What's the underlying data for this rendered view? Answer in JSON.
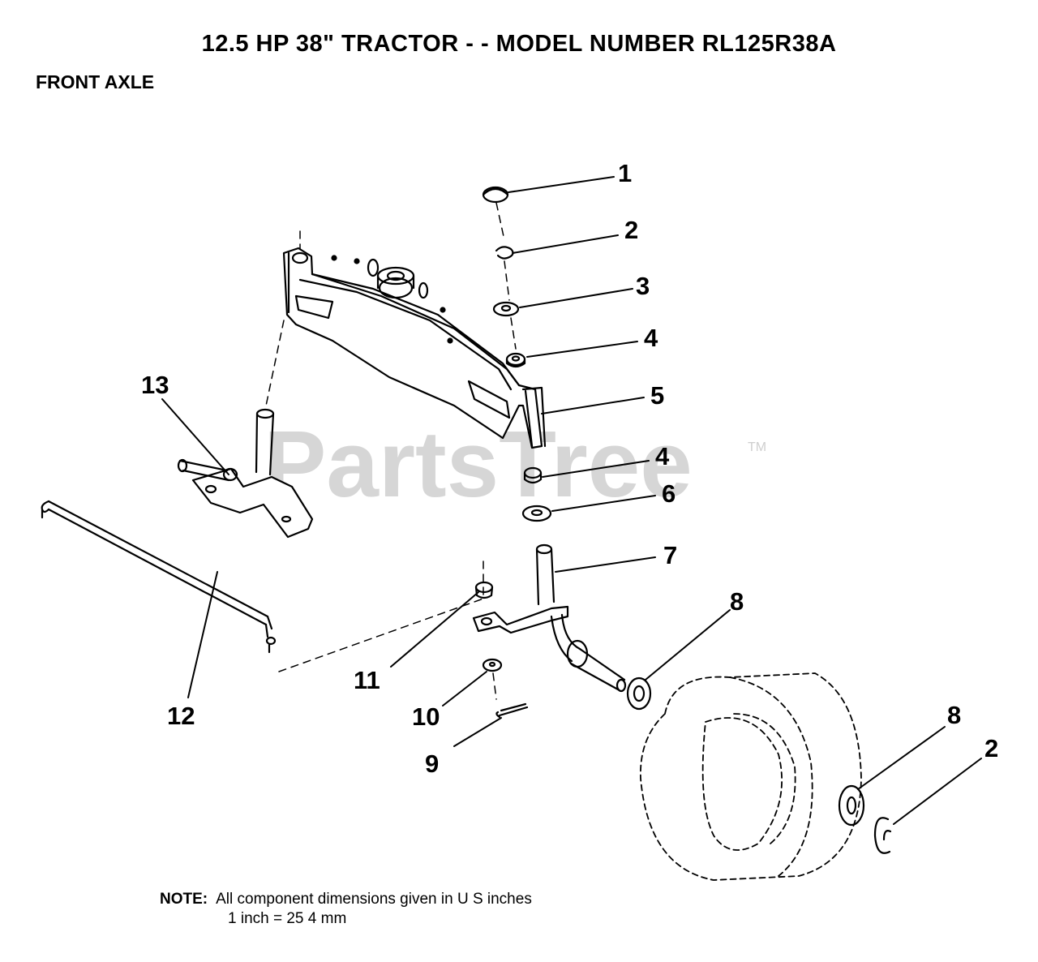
{
  "title": "12.5 HP 38\" TRACTOR - - MODEL NUMBER RL125R38A",
  "subtitle": "FRONT AXLE",
  "watermark": {
    "text": "PartsTree",
    "trademark": "TM",
    "color": "#d6d6d6"
  },
  "note": {
    "label": "NOTE:",
    "line1": "All component dimensions given in U S  inches",
    "line2": "1 inch = 25 4 mm"
  },
  "callouts": [
    "1",
    "2",
    "3",
    "4",
    "5",
    "4",
    "6",
    "7",
    "8",
    "8",
    "2",
    "9",
    "10",
    "11",
    "12",
    "13"
  ],
  "parts": [
    "cap",
    "retaining-ring",
    "washer",
    "bushing",
    "axle",
    "bushing",
    "washer",
    "spindle-right",
    "washer",
    "washer",
    "retaining-ring",
    "cotter-pin",
    "washer",
    "nut",
    "drag-link",
    "spindle-left",
    "wheel"
  ]
}
